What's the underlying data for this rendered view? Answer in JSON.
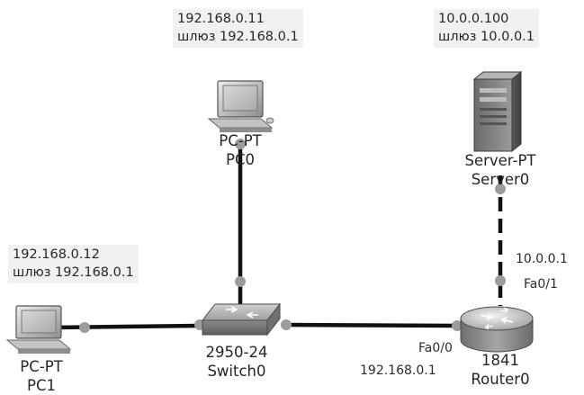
{
  "devices": {
    "pc0": {
      "ip": "192.168.0.11",
      "gateway": "шлюз 192.168.0.1",
      "model": "PC-PT",
      "name": "PC0"
    },
    "pc1": {
      "ip": "192.168.0.12",
      "gateway": "шлюз 192.168.0.1",
      "model": "PC-PT",
      "name": "PC1"
    },
    "server0": {
      "ip": "10.0.0.100",
      "gateway": "шлюз 10.0.0.1",
      "model": "Server-PT",
      "name": "Server0"
    },
    "switch0": {
      "model": "2950-24",
      "name": "Switch0"
    },
    "router0": {
      "model": "1841",
      "name": "Router0",
      "port_fa00": "Fa0/0",
      "ip_fa00": "192.168.0.1",
      "port_fa01": "Fa0/1",
      "ip_fa01": "10.0.0.1"
    }
  },
  "colors": {
    "cable": "#111111",
    "link_light": "#9c9c9c",
    "note_bg": "#f1f1f1"
  }
}
